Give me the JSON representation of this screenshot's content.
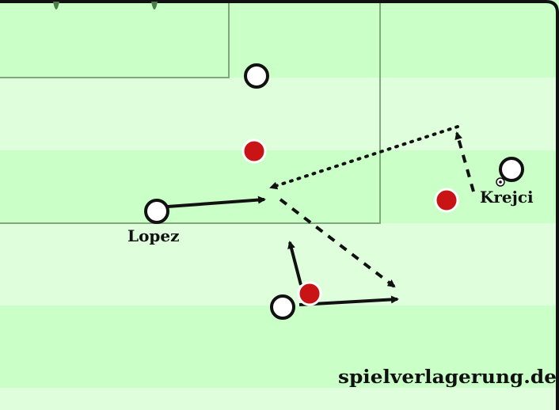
{
  "labels": {
    "lopez": "Lopez",
    "krejci": "Krejci",
    "watermark": "spielverlagerung.de"
  },
  "colors": {
    "stripe_dark": "#cbffc8",
    "stripe_light": "#dfffdc",
    "line": "#7fa87d",
    "border": "#111111",
    "team_home": "#ffffff",
    "team_away": "#c81414",
    "arrow": "#111111"
  },
  "players": [
    {
      "id": "white-top",
      "team": "white"
    },
    {
      "id": "white-lopez",
      "team": "white",
      "label": "Lopez"
    },
    {
      "id": "white-bottom",
      "team": "white"
    },
    {
      "id": "white-krejci",
      "team": "white",
      "label": "Krejci",
      "has_ball": true
    },
    {
      "id": "red-center",
      "team": "red"
    },
    {
      "id": "red-bottom",
      "team": "red"
    },
    {
      "id": "red-right",
      "team": "red"
    }
  ],
  "arrows": [
    {
      "id": "lopez-run",
      "style": "solid"
    },
    {
      "id": "bottom-run-right",
      "style": "solid"
    },
    {
      "id": "bottom-run-up",
      "style": "solid"
    },
    {
      "id": "pass-center-to-bottom",
      "style": "dashed"
    },
    {
      "id": "krejci-run-up",
      "style": "dashed"
    },
    {
      "id": "pass-across",
      "style": "dotted"
    }
  ]
}
